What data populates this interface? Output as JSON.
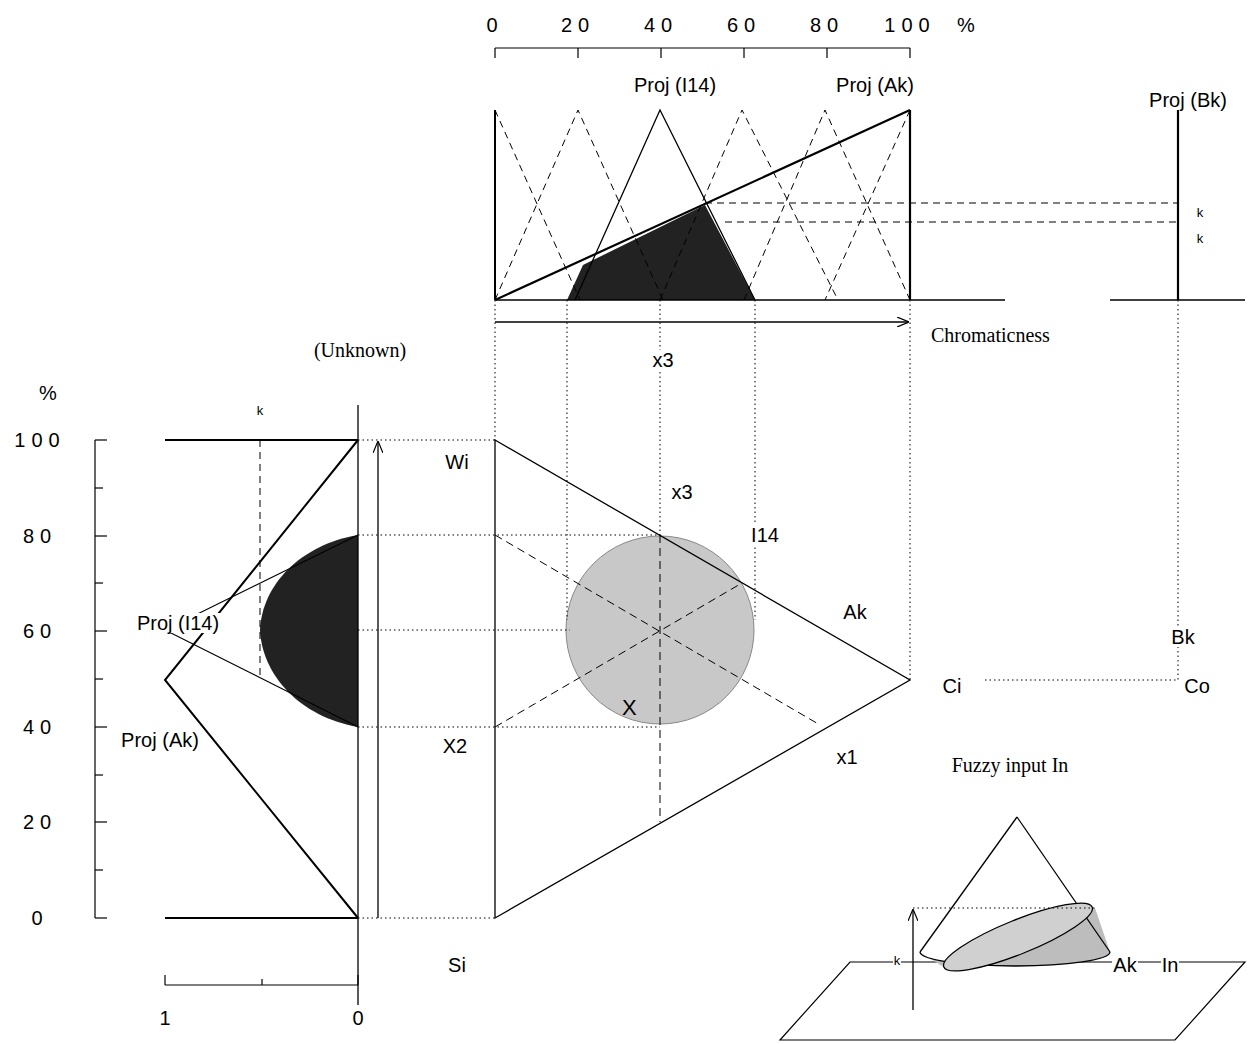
{
  "diagram": {
    "nodes": [
      {
        "text": [
          "X"
        ]
      }
    ],
    "labels": [
      "0",
      "20",
      "40",
      "60",
      "80",
      "100",
      "%",
      "Proj (I14)",
      "Proj (Ak)",
      "Proj (Bk)",
      "k",
      "k",
      "Chromaticness",
      "x3",
      "(Unknown)",
      "%",
      "100",
      "80",
      "60",
      "40",
      "20",
      "0",
      "k",
      "Wi",
      "Proj (I14)",
      "x3",
      "I14",
      "Ak",
      "Bk",
      "Ci",
      "Co",
      "X2",
      "Proj (Ak)",
      "x1",
      "Fuzzy input In",
      "Si",
      "k",
      "Ak",
      "In",
      "1",
      "0"
    ]
  }
}
